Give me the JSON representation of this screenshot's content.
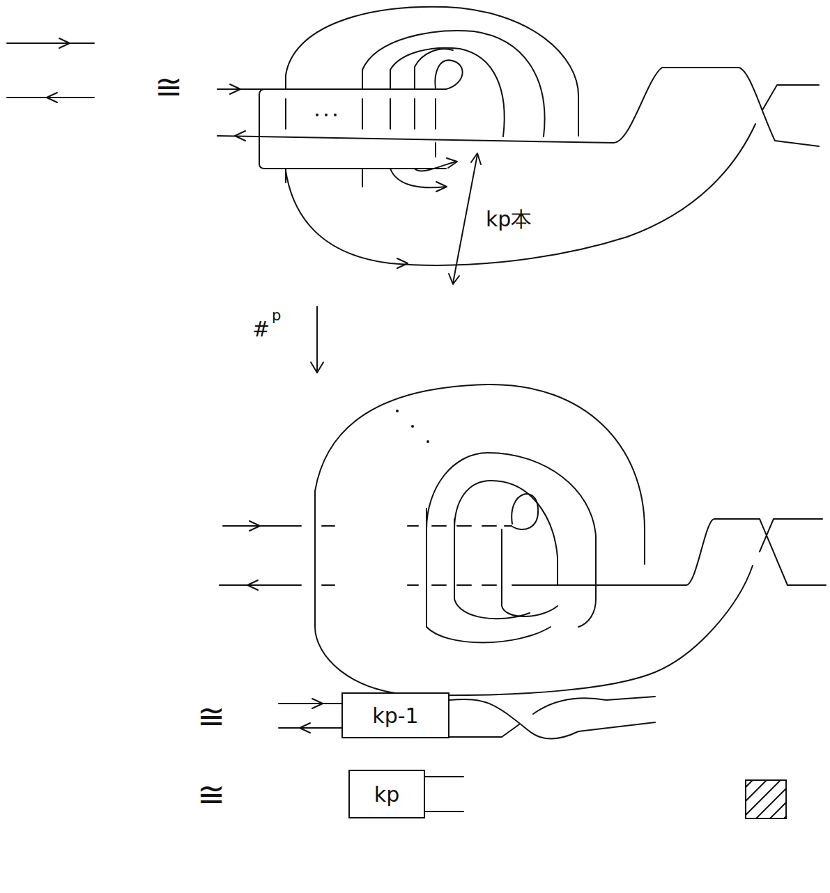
{
  "diagram": {
    "nodes": [
      {
        "text": [
          "kp-1"
        ]
      },
      {
        "text": [
          "kp"
        ]
      }
    ],
    "labels": [
      "≅",
      "kp本",
      "#",
      "p",
      "≅",
      "≅"
    ]
  }
}
